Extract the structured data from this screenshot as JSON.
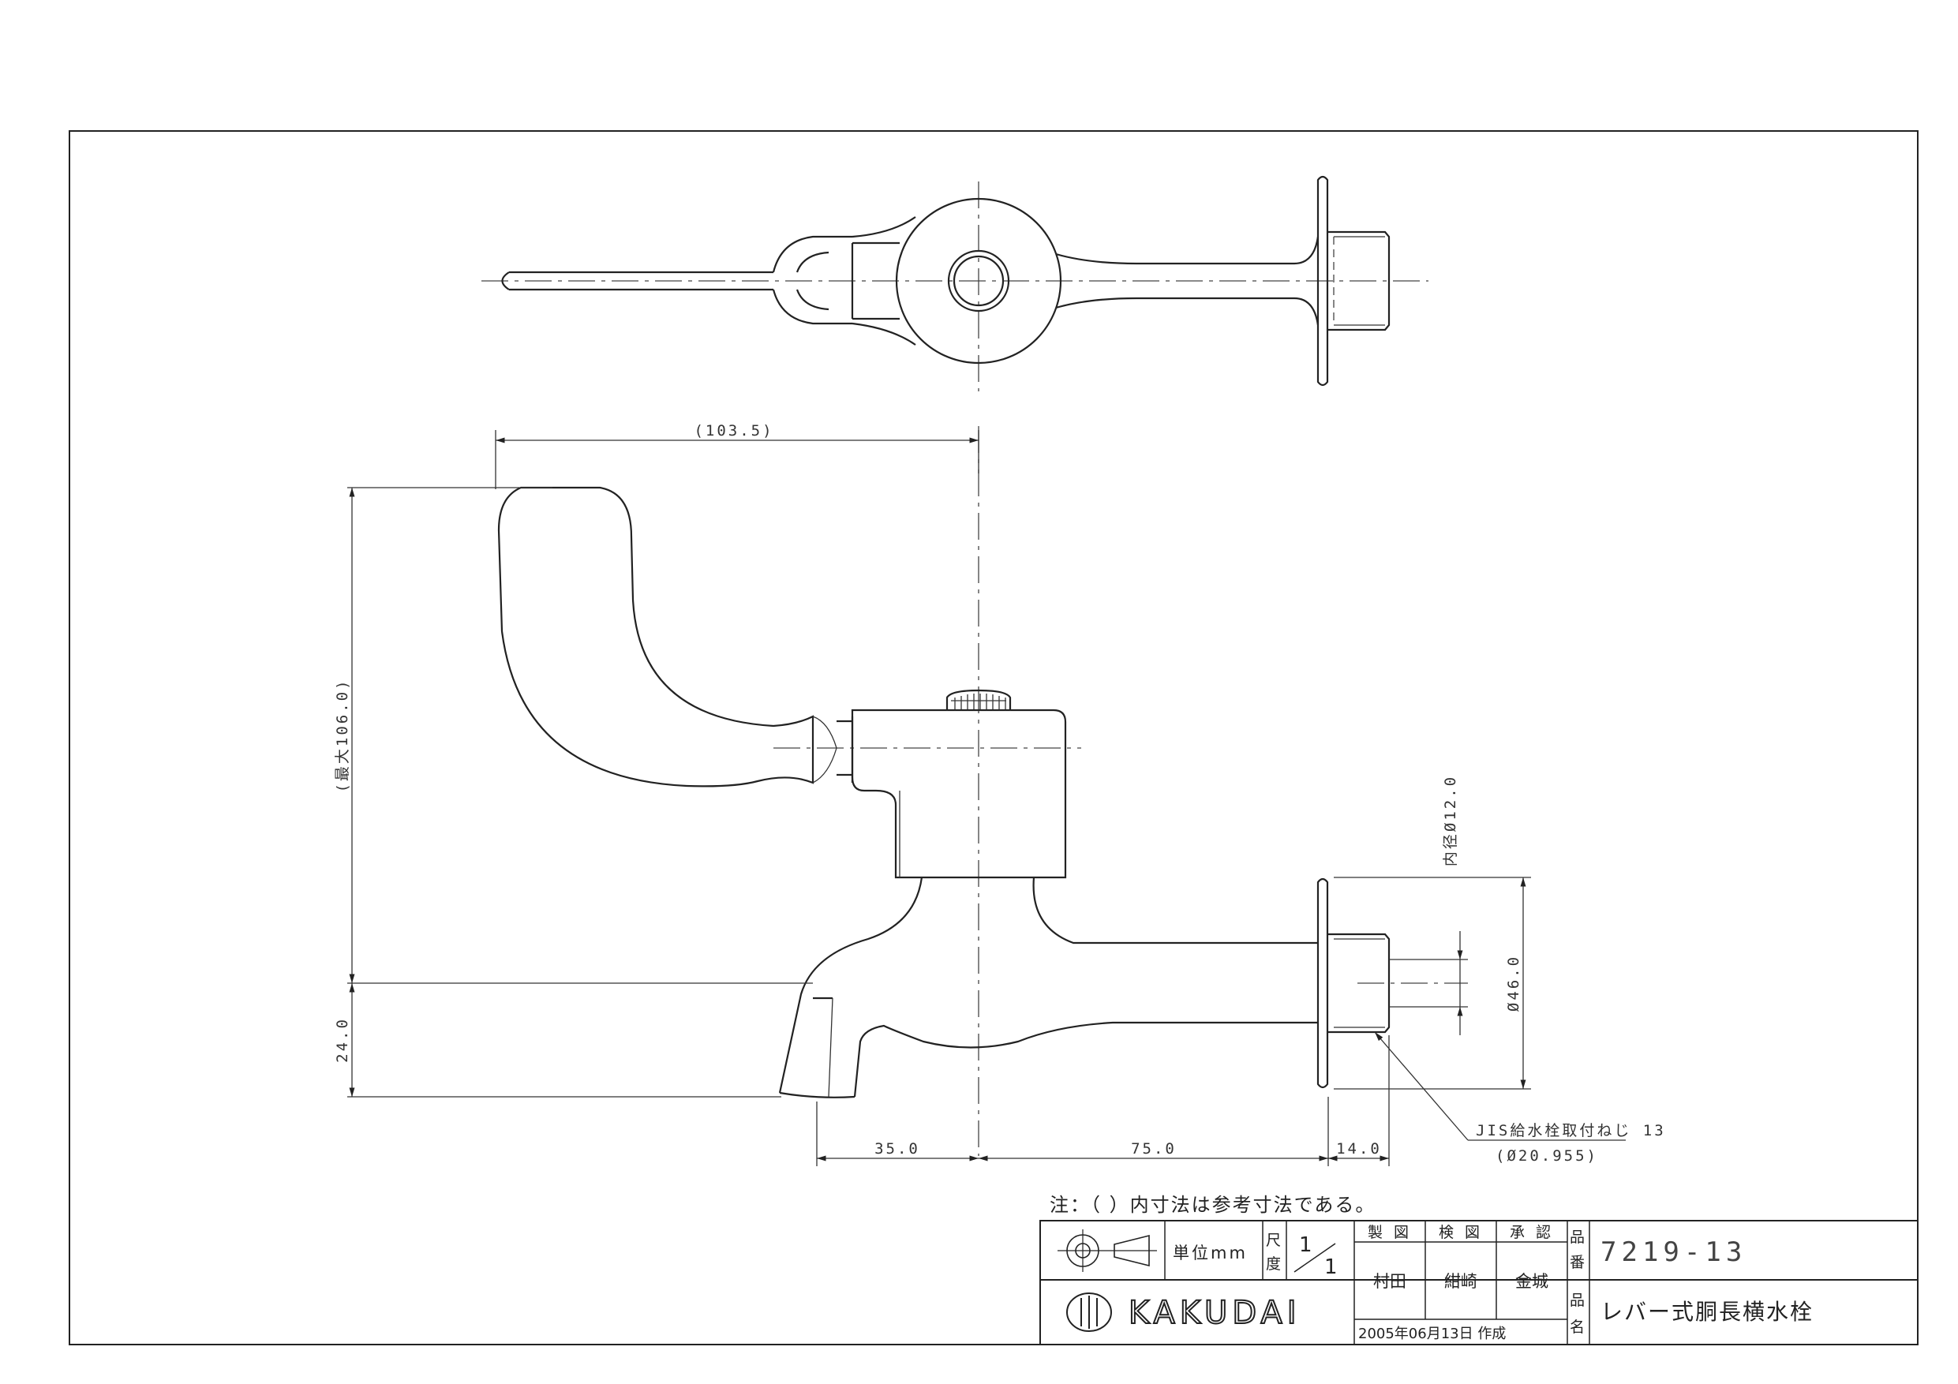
{
  "dimensions": {
    "handle_reach": "(103.5)",
    "max_height": "(最大106.0)",
    "spout_drop": "24.0",
    "spout_offset": "35.0",
    "body_length": "75.0",
    "thread_length": "14.0",
    "inner_diameter": "内径Ø12.0",
    "flange_diameter": "Ø46.0",
    "thread_spec": "JIS給水栓取付ねじ 13",
    "thread_diameter": "(Ø20.955)"
  },
  "note": "注：（ ）内寸法は参考寸法である。",
  "title_block": {
    "unit_label": "単位mm",
    "scale_label_1": "尺",
    "scale_label_2": "度",
    "scale_num": "1",
    "scale_den": "1",
    "drawn_label": "製 図",
    "checked_label": "検 図",
    "approved_label": "承 認",
    "drawn_by": "村田",
    "checked_by": "紺崎",
    "approved_by": "金城",
    "date": "2005年06月13日 作成",
    "part_no_label_1": "品",
    "part_no_label_2": "番",
    "part_no": "7219-13",
    "part_name_label_1": "品",
    "part_name_label_2": "名",
    "part_name": "レバー式胴長横水栓",
    "company_logo": "KAKUDAI"
  }
}
